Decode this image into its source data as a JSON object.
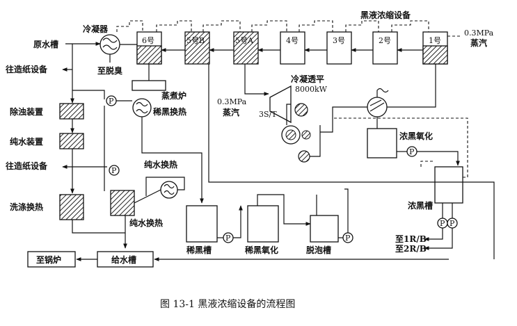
{
  "labels": {
    "raw_water_tank": "原水槽",
    "condenser": "冷凝器",
    "to_paper_1": "往造纸设备",
    "to_deodor": "至脱臭",
    "turbidity_removal": "除浊装置",
    "pure_water_unit": "纯水装置",
    "to_paper_2": "往造纸设备",
    "wash_heat": "洗涤换热",
    "steam_boiler": "蒸煮炉",
    "dilute_heat": "稀黑换热",
    "pure_heat_top": "纯水换热",
    "pure_heat_bottom": "纯水换热",
    "to_boiler": "至锅炉",
    "feed_tank": "给水槽",
    "dilute_black_tank": "稀黑槽",
    "dilute_black_oxid": "稀黑氧化",
    "defoam_tank": "脱泡槽",
    "conc_oxid": "浓黑氧化",
    "conc_tank": "浓黑槽",
    "to_1rb": "至1R/B",
    "to_2rb": "至2R/B",
    "equipment_title": "黑液浓缩设备",
    "steam_top_a": "0.3MPa",
    "steam_top_b": "蒸汽",
    "steam_mid_a": "0.3MPa",
    "steam_mid_b": "蒸汽",
    "turbine_a": "冷凝透平",
    "turbine_b": "8000kW",
    "turbine_tag": "3S/T",
    "pump": "P",
    "caption": "图 13-1    黑液浓缩设备的流程图"
  },
  "effects": [
    "6号",
    "5号B",
    "5号A",
    "4号",
    "3号",
    "2号",
    "1号"
  ]
}
